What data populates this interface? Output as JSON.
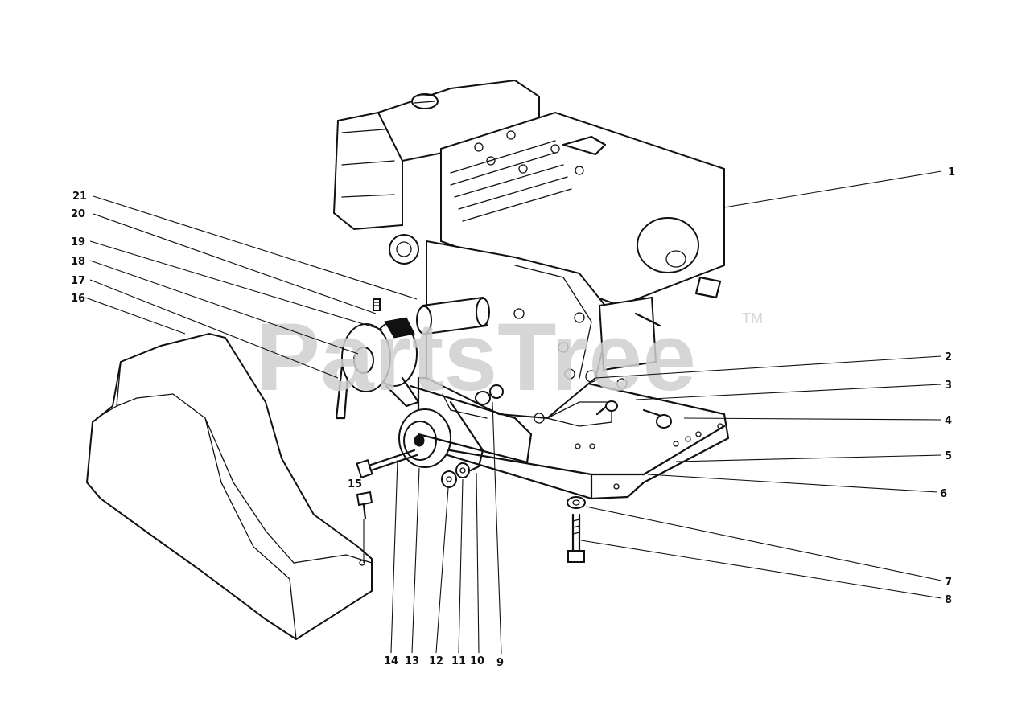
{
  "watermark": {
    "text": "PartsTree",
    "trademark": "TM"
  },
  "callouts": [
    {
      "id": "1",
      "label": "1"
    },
    {
      "id": "2",
      "label": "2"
    },
    {
      "id": "3",
      "label": "3"
    },
    {
      "id": "4",
      "label": "4"
    },
    {
      "id": "5",
      "label": "5"
    },
    {
      "id": "6",
      "label": "6"
    },
    {
      "id": "7",
      "label": "7"
    },
    {
      "id": "8",
      "label": "8"
    },
    {
      "id": "9",
      "label": "9"
    },
    {
      "id": "10",
      "label": "10"
    },
    {
      "id": "11",
      "label": "11"
    },
    {
      "id": "12",
      "label": "12"
    },
    {
      "id": "13",
      "label": "13"
    },
    {
      "id": "14",
      "label": "14"
    },
    {
      "id": "15",
      "label": "15"
    },
    {
      "id": "16",
      "label": "16"
    },
    {
      "id": "17",
      "label": "17"
    },
    {
      "id": "18",
      "label": "18"
    },
    {
      "id": "19",
      "label": "19"
    },
    {
      "id": "20",
      "label": "20"
    },
    {
      "id": "21",
      "label": "21"
    }
  ]
}
